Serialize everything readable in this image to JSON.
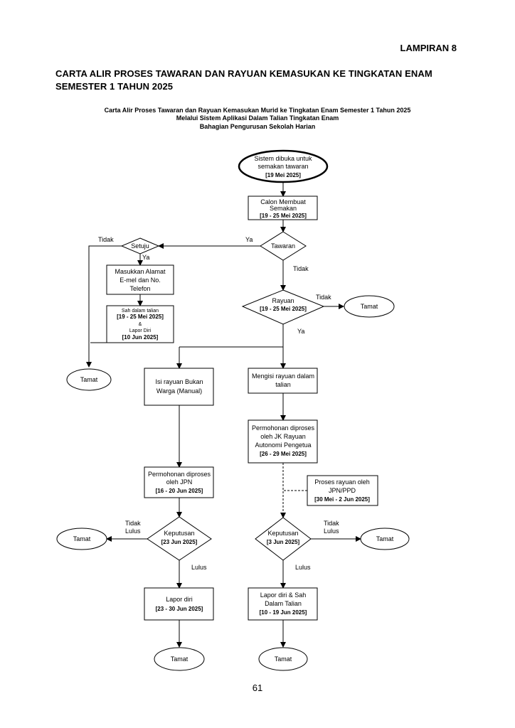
{
  "header": {
    "lampiran": "LAMPIRAN 8",
    "title_line1": "CARTA ALIR PROSES TAWARAN DAN RAYUAN KEMASUKAN KE TINGKATAN ENAM",
    "title_line2": "SEMESTER 1 TAHUN 2025"
  },
  "subtitle": {
    "line1": "Carta Alir Proses Tawaran dan Rayuan Kemasukan Murid ke Tingkatan Enam Semester 1 Tahun 2025",
    "line2": "Melalui Sistem Aplikasi Dalam Talian Tingkatan Enam",
    "line3": "Bahagian Pengurusan Sekolah Harian"
  },
  "nodes": {
    "start": {
      "line1": "Sistem dibuka untuk",
      "line2": "semakan tawaran",
      "date": "[19 Mei 2025]"
    },
    "calon": {
      "line1": "Calon Membuat",
      "line2": "Semakan",
      "date": "[19 - 25 Mei 2025]"
    },
    "tawaran": {
      "label": "Tawaran"
    },
    "setuju": {
      "label": "Setuju"
    },
    "masukkan": {
      "line1": "Masukkan Alamat",
      "line2": "E-mel dan No.",
      "line3": "Telefon"
    },
    "sah": {
      "line1": "Sah dalam talian",
      "line2": "[19 - 25 Mei 2025]",
      "line3": "&",
      "line4": "Lapor Diri",
      "line5": "[10 Jun 2025]"
    },
    "tamat_left": {
      "label": "Tamat"
    },
    "rayuan": {
      "line1": "Rayuan",
      "date": "[19 - 25 Mei 2025]"
    },
    "tamat_rayuan": {
      "label": "Tamat"
    },
    "isi_rayuan": {
      "line1": "Isi rayuan Bukan",
      "line2": "Warga (Manual)"
    },
    "mengisi": {
      "line1": "Mengisi rayuan dalam",
      "line2": "talian"
    },
    "jk_rayuan": {
      "line1": "Permohonan diproses",
      "line2": "oleh JK Rayuan",
      "line3": "Autonomi Pengetua",
      "date": "[26 - 29 Mei 2025]"
    },
    "jpn": {
      "line1": "Permohonan diproses",
      "line2": "oleh JPN",
      "date": "[16 - 20 Jun 2025]"
    },
    "jpn_ppd": {
      "line1": "Proses rayuan oleh",
      "line2": "JPN/PPD",
      "date": "[30 Mei - 2 Jun 2025]"
    },
    "keputusan_left": {
      "line1": "Keputusan",
      "date": "[23 Jun 2025]"
    },
    "keputusan_right": {
      "line1": "Keputusan",
      "date": "[3 Jun 2025]"
    },
    "tamat_kl": {
      "label": "Tamat"
    },
    "tamat_kr": {
      "label": "Tamat"
    },
    "lapor_left": {
      "line1": "Lapor diri",
      "date": "[23 - 30 Jun 2025]"
    },
    "lapor_right": {
      "line1": "Lapor diri & Sah",
      "line2": "Dalam Talian",
      "date": "[10 - 19 Jun 2025]"
    },
    "tamat_bl": {
      "label": "Tamat"
    },
    "tamat_br": {
      "label": "Tamat"
    }
  },
  "edge_labels": {
    "tawaran_ya": "Ya",
    "tawaran_tidak": "Tidak",
    "setuju_tidak": "Tidak",
    "setuju_ya": "Ya",
    "rayuan_tidak": "Tidak",
    "rayuan_ya": "Ya",
    "kl_tidak": "Tidak",
    "kl_lulus_side": "Lulus",
    "kl_lulus": "Lulus",
    "kr_tidak": "Tidak",
    "kr_lulus_side": "Lulus",
    "kr_lulus": "Lulus"
  },
  "footer": {
    "page_number": "61"
  }
}
